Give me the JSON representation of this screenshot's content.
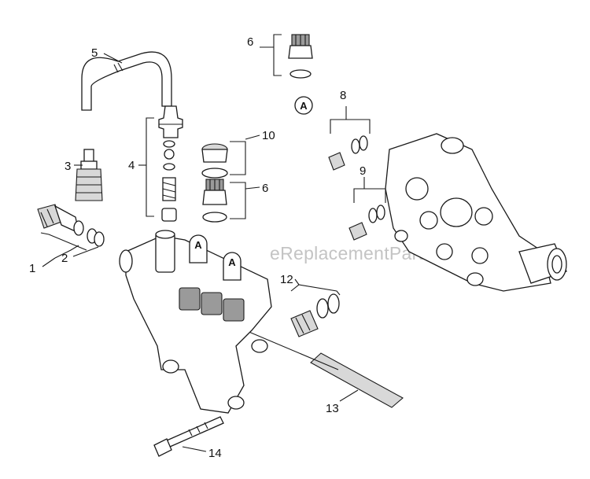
{
  "diagram": {
    "callouts": {
      "n1": "1",
      "n2": "2",
      "n3": "3",
      "n4": "4",
      "n5": "5",
      "n6a": "6",
      "n6b": "6",
      "n8": "8",
      "n9": "9",
      "n10": "10",
      "n12": "12",
      "n13": "13",
      "n14": "14"
    },
    "badges": {
      "a1": "A",
      "a2": "A",
      "a3": "A"
    },
    "watermark": "eReplacementParts.com"
  }
}
